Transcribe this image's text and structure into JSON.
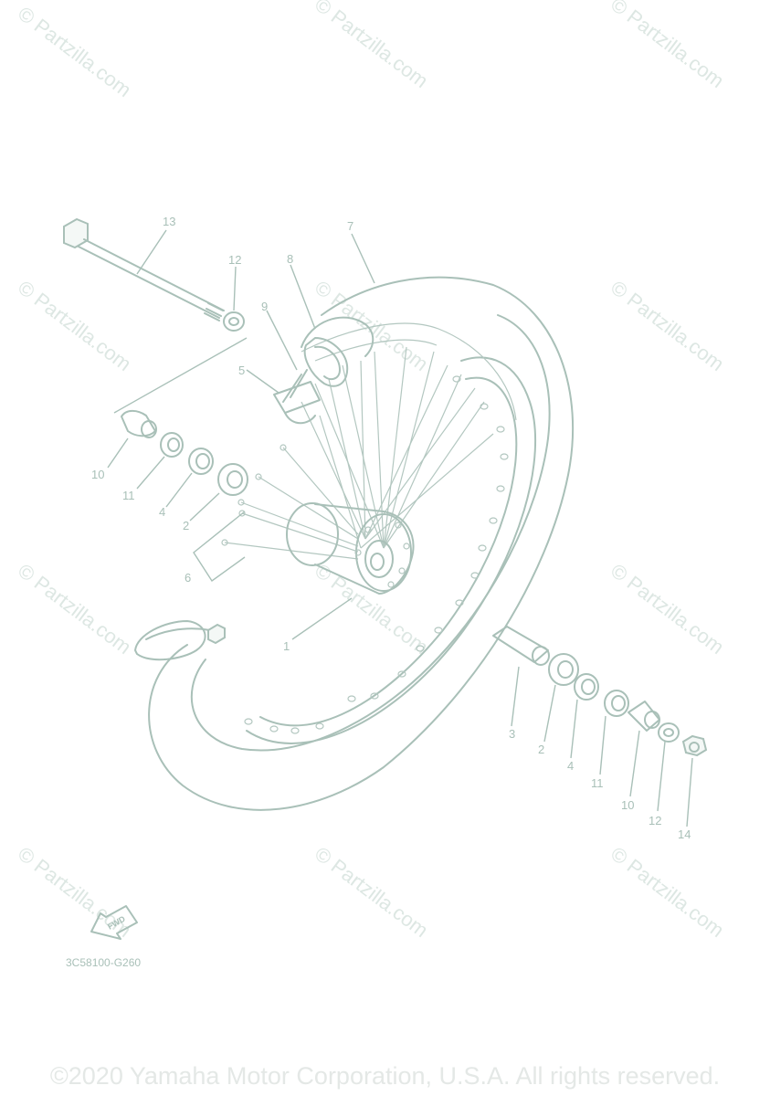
{
  "watermark_text": "© Partzilla.com",
  "diagram_code": "3C58100-G260",
  "fwd_label": "FWD",
  "copyright": "©2020 Yamaha Motor Corporation, U.S.A. All rights reserved.",
  "callouts": {
    "c1": "1",
    "c2a": "2",
    "c2b": "2",
    "c3": "3",
    "c4a": "4",
    "c4b": "4",
    "c5": "5",
    "c6": "6",
    "c7": "7",
    "c8": "8",
    "c9": "9",
    "c10a": "10",
    "c10b": "10",
    "c11a": "11",
    "c11b": "11",
    "c12a": "12",
    "c12b": "12",
    "c13": "13",
    "c14": "14"
  },
  "colors": {
    "line": "#a9c0b8",
    "watermark": "#dde7e3",
    "copyright": "#e4e8e6"
  }
}
